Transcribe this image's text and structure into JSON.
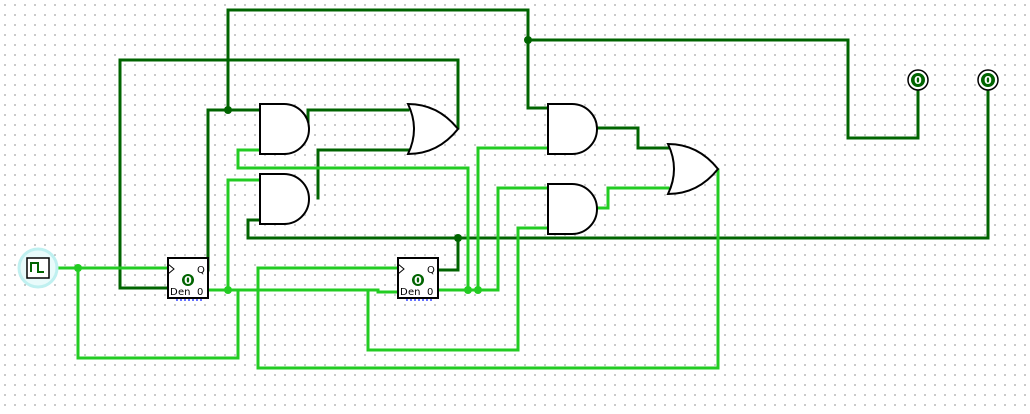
{
  "colors": {
    "wire_on": "#22cc22",
    "wire_off": "#006400",
    "clock_halo": "#bff0f0"
  },
  "flipflops": [
    {
      "q_label": "Q",
      "d_label": "D",
      "en_label": "en",
      "state": "0",
      "reset": "0"
    },
    {
      "q_label": "Q",
      "d_label": "D",
      "en_label": "en",
      "state": "0",
      "reset": "0"
    }
  ],
  "outputs": [
    {
      "value": "0"
    },
    {
      "value": "0"
    }
  ],
  "clock": {
    "icon": "clock-icon"
  }
}
